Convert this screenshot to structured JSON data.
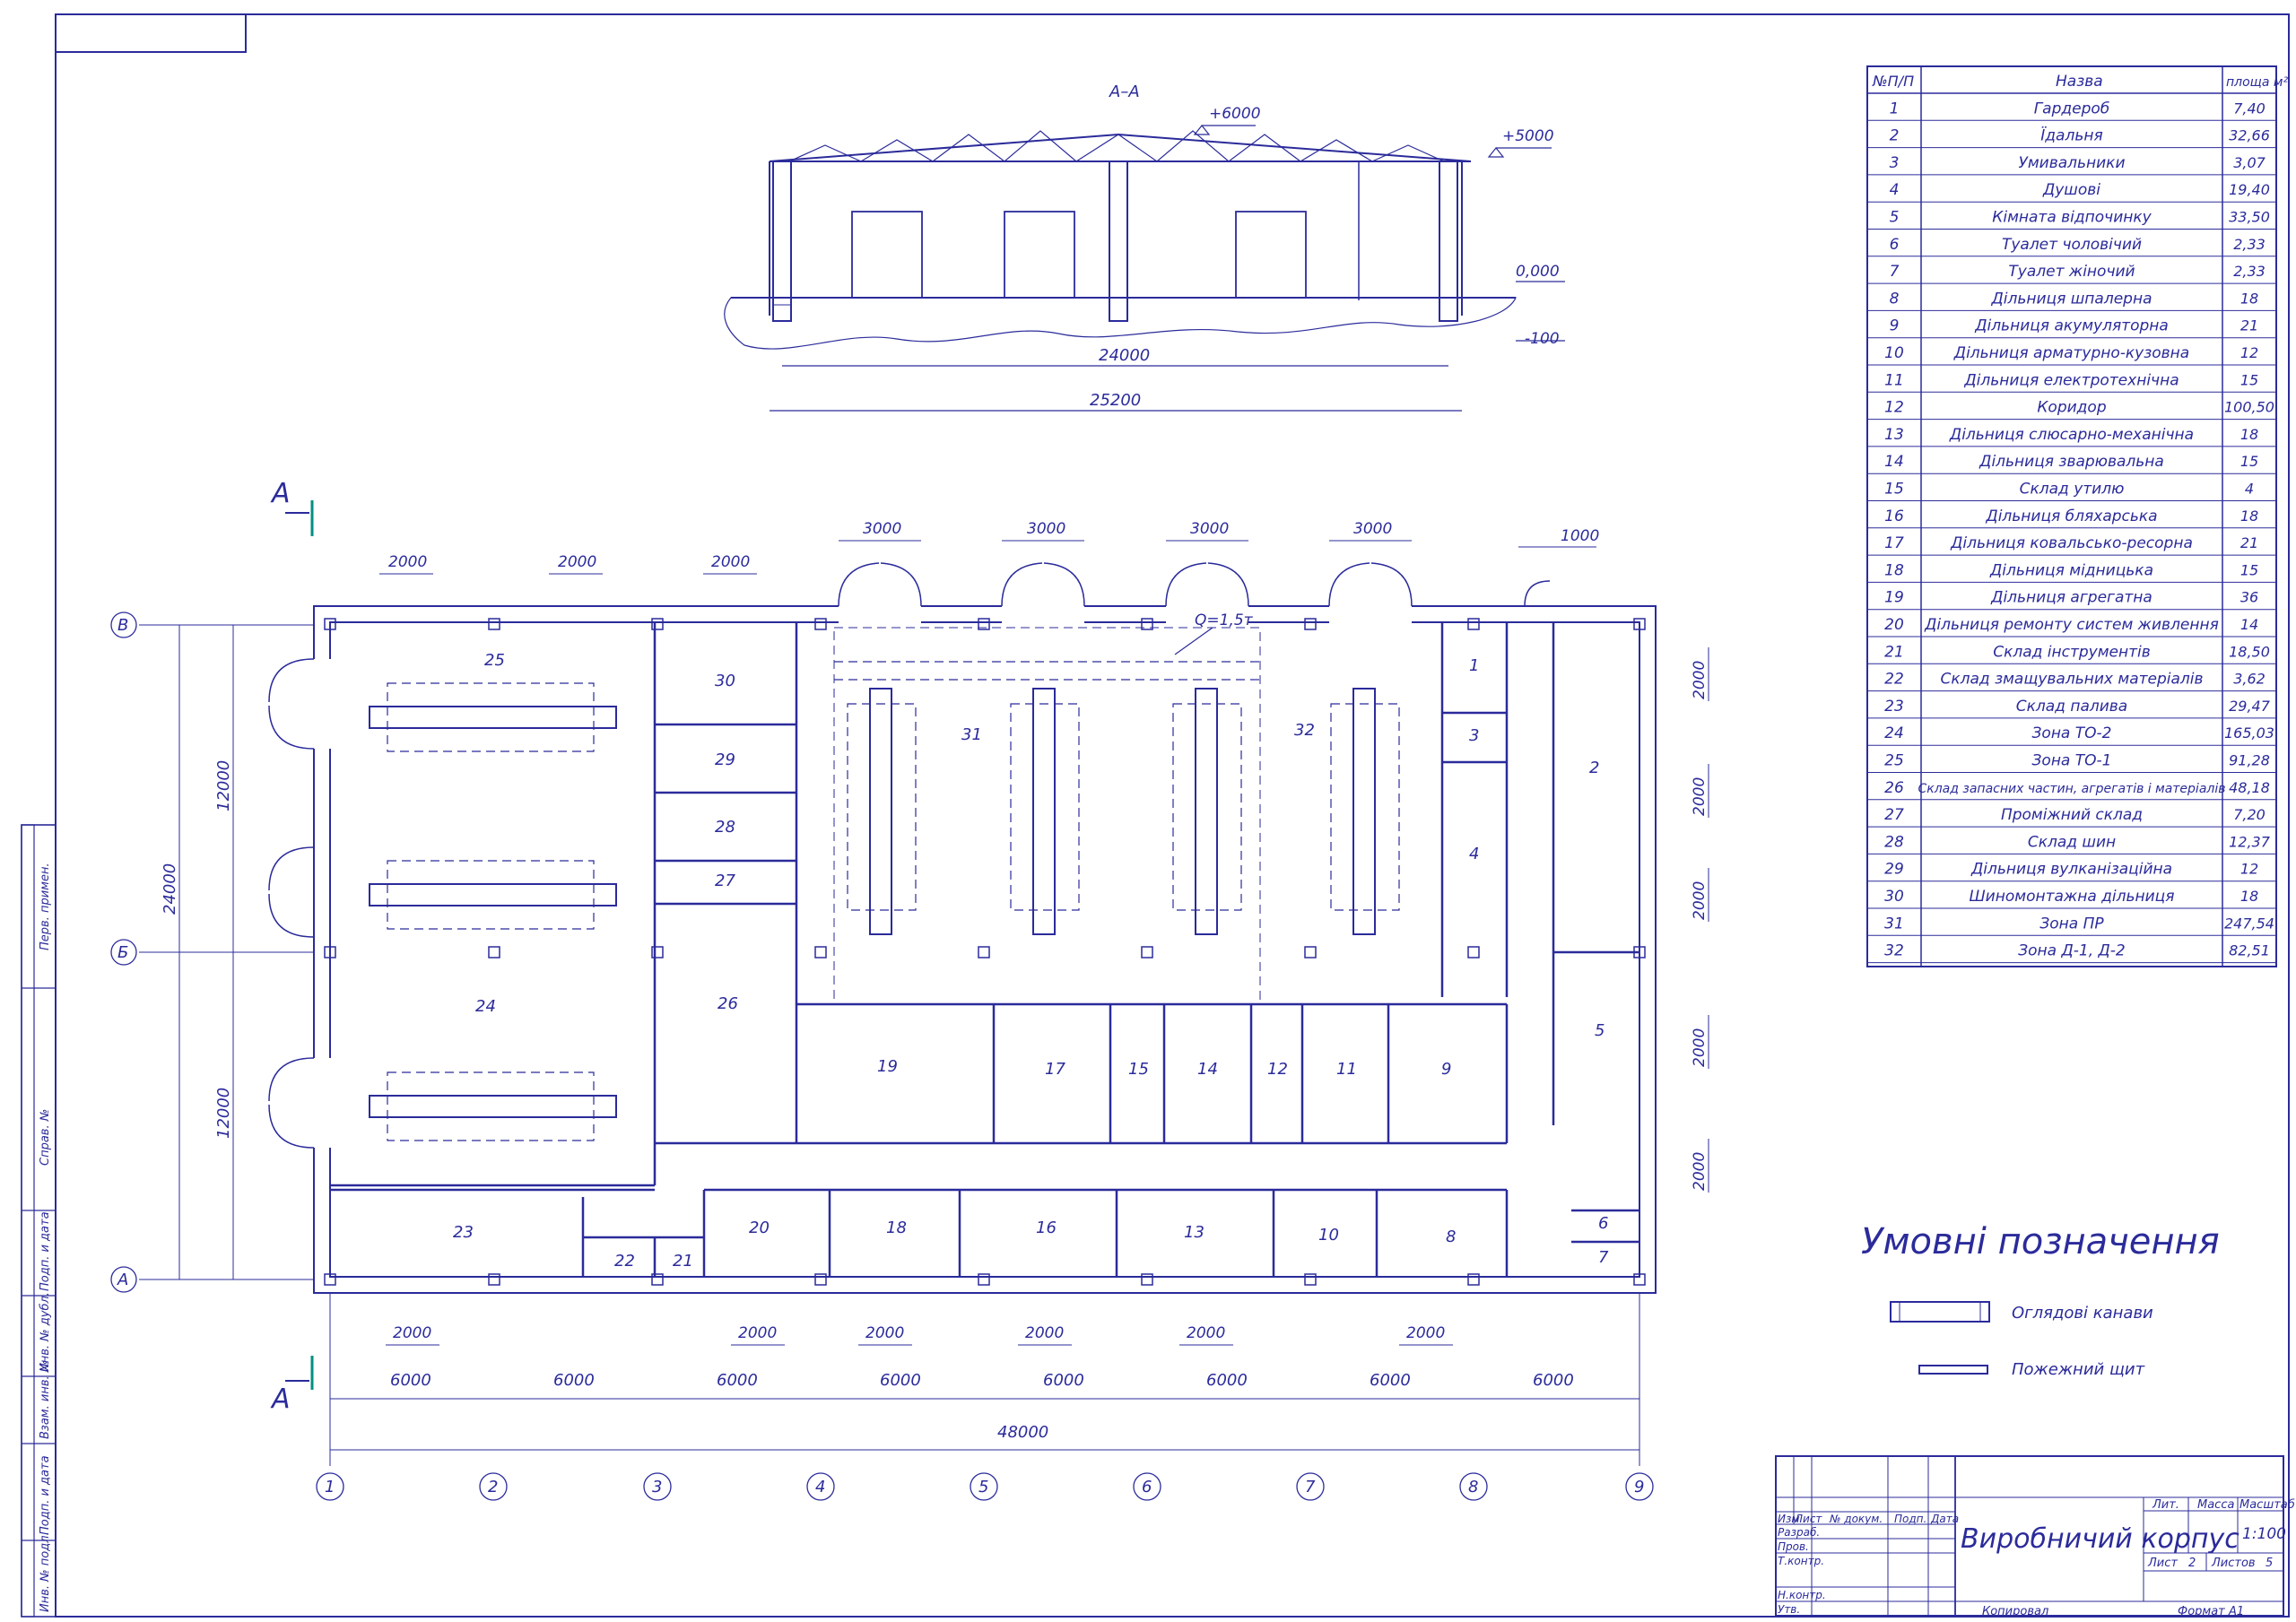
{
  "section": {
    "title": "А–А",
    "level_top": "+6000",
    "level_eave": "+5000",
    "level_zero": "0,000",
    "level_minus": "-100",
    "dim_inner": "24000",
    "dim_outer": "25200"
  },
  "plan": {
    "axis_letters": [
      "В",
      "Б",
      "А"
    ],
    "axis_numbers": [
      "1",
      "2",
      "3",
      "4",
      "5",
      "6",
      "7",
      "8",
      "9"
    ],
    "span_dims": [
      "6000",
      "6000",
      "6000",
      "6000",
      "6000",
      "6000",
      "6000",
      "6000"
    ],
    "total_length": "48000",
    "total_width": "24000",
    "half_width_1": "12000",
    "half_width_2": "12000",
    "top_window_dims": [
      "2000",
      "2000",
      "2000"
    ],
    "top_gate_dims": [
      "3000",
      "3000",
      "3000",
      "3000"
    ],
    "top_door_dim": "1000",
    "bottom_window_dims": [
      "2000",
      "2000",
      "2000",
      "2000",
      "2000",
      "2000"
    ],
    "right_window_dims": [
      "2000",
      "2000",
      "2000",
      "2000",
      "2000"
    ],
    "crane_label": "Q=1,5т",
    "cut_mark_top": "А",
    "cut_mark_bottom": "А",
    "room_numbers": [
      "1",
      "2",
      "3",
      "4",
      "5",
      "6",
      "7",
      "8",
      "9",
      "10",
      "11",
      "12",
      "13",
      "14",
      "15",
      "16",
      "17",
      "18",
      "19",
      "20",
      "21",
      "22",
      "23",
      "24",
      "25",
      "26",
      "27",
      "28",
      "29",
      "30",
      "31",
      "32"
    ]
  },
  "table": {
    "headers": [
      "№П/П",
      "Назва",
      "площа м²"
    ],
    "rows": [
      [
        "1",
        "Гардероб",
        "7,40"
      ],
      [
        "2",
        "Їдальня",
        "32,66"
      ],
      [
        "3",
        "Умивальники",
        "3,07"
      ],
      [
        "4",
        "Душові",
        "19,40"
      ],
      [
        "5",
        "Кімната відпочинку",
        "33,50"
      ],
      [
        "6",
        "Туалет чоловічий",
        "2,33"
      ],
      [
        "7",
        "Туалет жіночий",
        "2,33"
      ],
      [
        "8",
        "Дільниця шпалерна",
        "18"
      ],
      [
        "9",
        "Дільниця акумуляторна",
        "21"
      ],
      [
        "10",
        "Дільниця арматурно-кузовна",
        "12"
      ],
      [
        "11",
        "Дільниця електротехнічна",
        "15"
      ],
      [
        "12",
        "Коридор",
        "100,50"
      ],
      [
        "13",
        "Дільниця слюсарно-механічна",
        "18"
      ],
      [
        "14",
        "Дільниця зварювальна",
        "15"
      ],
      [
        "15",
        "Склад утилю",
        "4"
      ],
      [
        "16",
        "Дільниця бляхарська",
        "18"
      ],
      [
        "17",
        "Дільниця ковальсько-ресорна",
        "21"
      ],
      [
        "18",
        "Дільниця мідницька",
        "15"
      ],
      [
        "19",
        "Дільниця агрегатна",
        "36"
      ],
      [
        "20",
        "Дільниця ремонту систем живлення",
        "14"
      ],
      [
        "21",
        "Склад інструментів",
        "18,50"
      ],
      [
        "22",
        "Склад змащувальних матеріалів",
        "3,62"
      ],
      [
        "23",
        "Склад палива",
        "29,47"
      ],
      [
        "24",
        "Зона ТО-2",
        "165,03"
      ],
      [
        "25",
        "Зона ТО-1",
        "91,28"
      ],
      [
        "26",
        "Склад запасних частин, агрегатів і матеріалів",
        "48,18"
      ],
      [
        "27",
        "Проміжний склад",
        "7,20"
      ],
      [
        "28",
        "Склад шин",
        "12,37"
      ],
      [
        "29",
        "Дільниця вулканізаційна",
        "12"
      ],
      [
        "30",
        "Шиномонтажна дільниця",
        "18"
      ],
      [
        "31",
        "Зона ПР",
        "247,54"
      ],
      [
        "32",
        "Зона Д-1, Д-2",
        "82,51"
      ]
    ]
  },
  "legend": {
    "title": "Умовні позначення",
    "item1": "Оглядові канави",
    "item2": "Пожежний щит"
  },
  "title_block": {
    "drawing_title": "Виробничий корпус",
    "col_izm": "Изм",
    "col_list": "Лист",
    "col_doc": "№ докум.",
    "col_sign": "Подп.",
    "col_date": "Дата",
    "row_razrab": "Разраб.",
    "row_prov": "Пров.",
    "row_tkontr": "Т.контр.",
    "row_nkontr": "Н.контр.",
    "row_utv": "Утв.",
    "lit_label": "Лит.",
    "mass_label": "Масса",
    "scale_label": "Масштаб",
    "scale_value": "1:100",
    "sheet_label": "Лист",
    "sheet_value": "2",
    "sheets_label": "Листов",
    "sheets_value": "5",
    "copied": "Копировал",
    "format_label": "Формат",
    "format_value": "А1"
  },
  "side_stamp": {
    "perv_primen": "Перв. примен.",
    "sprav": "Справ. №",
    "podp_data_1": "Подп. и дата",
    "inv_dubl": "Инв. № дубл.",
    "vzam_inv": "Взам. инв. №",
    "podp_data_2": "Подп. и дата",
    "inv_podl": "Инв. № подл."
  }
}
